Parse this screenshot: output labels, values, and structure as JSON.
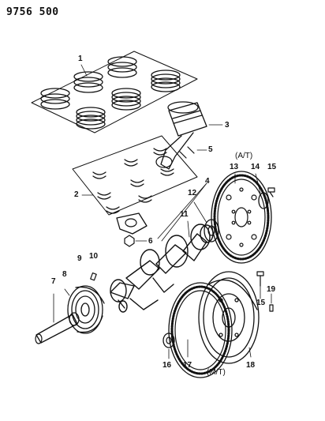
{
  "header": {
    "code": "9756 500"
  },
  "captions": {
    "auto_trans": "(A/T)",
    "manual_trans": "(M/T)"
  },
  "callouts": {
    "c1": "1",
    "c2": "2",
    "c3": "3",
    "c4": "4",
    "c5": "5",
    "c6": "6",
    "c7": "7",
    "c8": "8",
    "c9": "9",
    "c10": "10",
    "c11": "11",
    "c12": "12",
    "c13": "13",
    "c14": "14",
    "c15a": "15",
    "c15b": "15",
    "c16": "16",
    "c17": "17",
    "c18": "18",
    "c19": "19"
  }
}
